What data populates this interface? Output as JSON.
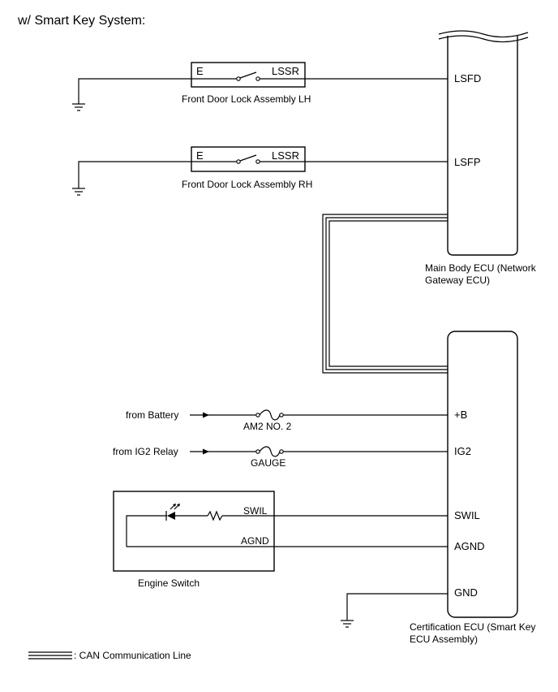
{
  "header": {
    "title": "w/ Smart Key System:"
  },
  "main_body_ecu": {
    "name": "Main Body ECU (Network Gateway ECU)",
    "name_lines": [
      "Main Body ECU (Network",
      "Gateway ECU)"
    ],
    "pins": [
      "LSFD",
      "LSFP"
    ]
  },
  "front_door_lh": {
    "name": "Front Door Lock Assembly LH",
    "pin_e": "E",
    "pin_lssr": "LSSR"
  },
  "front_door_rh": {
    "name": "Front Door Lock Assembly RH",
    "pin_e": "E",
    "pin_lssr": "LSSR"
  },
  "certification_ecu": {
    "name": "Certification ECU (Smart Key ECU Assembly)",
    "name_lines": [
      "Certification ECU (Smart Key",
      "ECU Assembly)"
    ],
    "pins": [
      "+B",
      "IG2",
      "SWIL",
      "AGND",
      "GND"
    ]
  },
  "power_inputs": [
    {
      "source": "from Battery",
      "fuse": "AM2 NO. 2"
    },
    {
      "source": "from IG2 Relay",
      "fuse": "GAUGE"
    }
  ],
  "engine_switch": {
    "name": "Engine Switch",
    "pins": [
      "SWIL",
      "AGND"
    ]
  },
  "legend": {
    "can_line": ": CAN Communication Line"
  }
}
